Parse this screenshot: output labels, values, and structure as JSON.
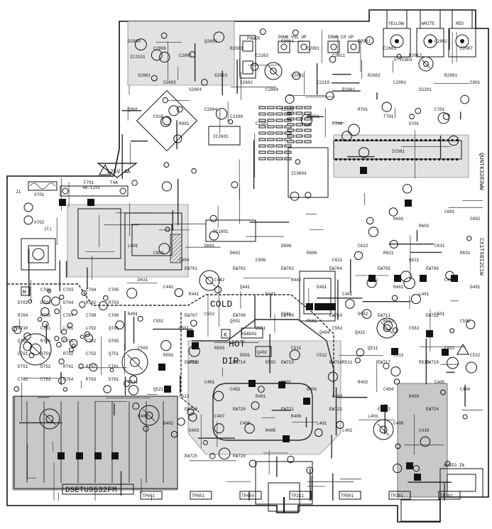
{
  "board": {
    "part_number": "DSETU9532FM",
    "side_code": "QUNTK32R3WW",
    "side_code_2": "CX1TX0I2C1W",
    "zone_labels": {
      "cold": "COLD",
      "hot": "HOT",
      "dip": "DIP"
    }
  },
  "connectors": {
    "yellow": "YELLOW",
    "white": "WHITE",
    "red": "RED",
    "power": "POWER",
    "down_vol_up": "DOWN VOL UP",
    "down_ch_up": "DOWN CH UP",
    "video_in": "V-VIDEO",
    "audio_in": "AUDIO IN"
  },
  "fuse": {
    "f701": "F701",
    "rating_1": "4A-125V",
    "rating_2": "125V 4A",
    "t_code": "T4A"
  },
  "jumpers": {
    "jw01": "J1",
    "x701": "X701",
    "x702": "X702",
    "c_mark": "(C)",
    "k_mark": "K",
    "m_mark": "M"
  },
  "ic_labels": {
    "ic2101": "IC2101",
    "ic2601": "IC2601",
    "ic1801": "IC1801",
    "ic3004": "IC3004",
    "ic501": "IC501",
    "kda502": "KDA502",
    "q402": "Q402",
    "q404": "Q404",
    "q421": "Q421"
  },
  "refdes": [
    "D2800",
    "C2806",
    "C2802",
    "Q2601",
    "R2003",
    "C2163",
    "C2004",
    "C2001",
    "C2011",
    "R2001",
    "C2801",
    "R2012",
    "C2802",
    "C2007",
    "S2601",
    "S2605",
    "S2604",
    "S2603",
    "S2602",
    "C2804",
    "L2001",
    "C2210",
    "R2601",
    "R2602",
    "C2001",
    "D2201",
    "R2001",
    "C901",
    "Q901",
    "C916",
    "R902",
    "C2004",
    "C2100",
    "C2101",
    "C2102",
    "D2001",
    "C706",
    "R701",
    "T701",
    "D701",
    "C701",
    "C702",
    "C703",
    "C704",
    "C705",
    "D702",
    "D703",
    "D704",
    "R702",
    "R703",
    "R704",
    "R705",
    "C707",
    "C708",
    "C709",
    "C710",
    "C711",
    "L701",
    "L702",
    "Q701",
    "Q702",
    "R706",
    "C721",
    "C722",
    "D705",
    "C751",
    "R751",
    "R752",
    "C752",
    "Q751",
    "D751",
    "D752",
    "R761",
    "R762",
    "C761",
    "C762",
    "C763",
    "C764",
    "R763",
    "D761",
    "R601",
    "R602",
    "C601",
    "C602",
    "L601",
    "C603",
    "C604",
    "D601",
    "D602",
    "C606",
    "D606",
    "R606",
    "C621",
    "C622",
    "R621",
    "Q621",
    "C631",
    "R631",
    "D631",
    "C441",
    "R441",
    "C442",
    "Q441",
    "D441",
    "R442",
    "D461",
    "C461",
    "C462",
    "R461",
    "L461",
    "C481",
    "D481",
    "R481",
    "C551",
    "R551",
    "C552",
    "Q551",
    "D551",
    "C561",
    "R561",
    "C562",
    "D562",
    "R562",
    "C563",
    "C501",
    "C502",
    "C503",
    "R501",
    "R502",
    "R503",
    "D501",
    "D502",
    "C511",
    "C512",
    "R511",
    "Q511",
    "C513",
    "R512",
    "C521",
    "C522",
    "R521",
    "Q521",
    "C523",
    "C401",
    "C402",
    "R401",
    "Q401",
    "D401",
    "C403",
    "R402",
    "C404",
    "R403",
    "C405",
    "C406",
    "R404",
    "D402",
    "D403",
    "C407",
    "C408",
    "R405",
    "R406",
    "L401",
    "L402",
    "L403",
    "C409",
    "C410"
  ],
  "jumper_wires": [
    "EW701",
    "EW702",
    "EW703",
    "EW704",
    "EW705",
    "EW706",
    "EW707",
    "EW708",
    "EW709",
    "EW710",
    "EW711",
    "EW712",
    "EW713",
    "EW714",
    "EW715",
    "EW716",
    "EW717",
    "EW718",
    "EW719",
    "EW720",
    "EW721",
    "EW722",
    "EW723",
    "EW724",
    "EW725",
    "EW726"
  ],
  "test_points": [
    "TP601",
    "TP651",
    "TP450",
    "TP211",
    "TP501",
    "TP201",
    "TP301"
  ]
}
